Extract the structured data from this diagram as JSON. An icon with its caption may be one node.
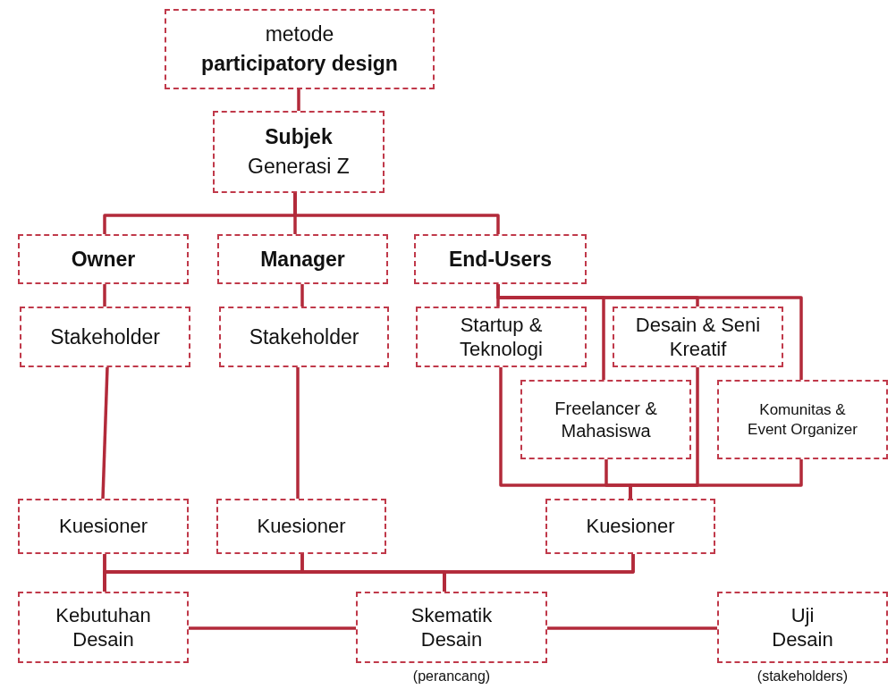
{
  "diagram": {
    "nodes": [
      {
        "text": [
          "metode",
          "participatory design"
        ]
      },
      {
        "text": [
          "Subjek",
          "Generasi Z"
        ]
      },
      {
        "text": [
          "Owner"
        ]
      },
      {
        "text": [
          "Manager"
        ]
      },
      {
        "text": [
          "End-Users"
        ]
      },
      {
        "text": [
          "Stakeholder"
        ]
      },
      {
        "text": [
          "Stakeholder"
        ]
      },
      {
        "text": [
          "Startup & Teknologi"
        ]
      },
      {
        "text": [
          "Desain & Seni Kreatif"
        ]
      },
      {
        "text": [
          "Freelancer & Mahasiswa"
        ]
      },
      {
        "text": [
          "Komunitas & Event Organizer"
        ]
      },
      {
        "text": [
          "Kuesioner"
        ]
      },
      {
        "text": [
          "Kuesioner"
        ]
      },
      {
        "text": [
          "Kuesioner"
        ]
      },
      {
        "text": [
          "Kebutuhan Desain"
        ]
      },
      {
        "text": [
          "Skematik Desain"
        ],
        "beside": [
          "(perancang)"
        ]
      },
      {
        "text": [
          "Uji Desain"
        ],
        "beside": [
          "(stakeholders)"
        ]
      }
    ],
    "edges": [
      {
        "from": 0,
        "to": 1,
        "arrow": "none"
      },
      {
        "from": 1,
        "to": 2,
        "arrow": "none"
      },
      {
        "from": 1,
        "to": 3,
        "arrow": "none"
      },
      {
        "from": 1,
        "to": 4,
        "arrow": "none"
      },
      {
        "from": 2,
        "to": 5,
        "arrow": "none"
      },
      {
        "from": 3,
        "to": 6,
        "arrow": "none"
      },
      {
        "from": 4,
        "to": 7,
        "arrow": "none"
      },
      {
        "from": 4,
        "to": 8,
        "arrow": "none"
      },
      {
        "from": 4,
        "to": 9,
        "arrow": "none"
      },
      {
        "from": 4,
        "to": 10,
        "arrow": "none"
      },
      {
        "from": 5,
        "to": 11,
        "arrow": "none"
      },
      {
        "from": 6,
        "to": 12,
        "arrow": "none"
      },
      {
        "from": 7,
        "to": 13,
        "arrow": "none"
      },
      {
        "from": 8,
        "to": 13,
        "arrow": "none"
      },
      {
        "from": 9,
        "to": 13,
        "arrow": "none"
      },
      {
        "from": 10,
        "to": 13,
        "arrow": "none"
      },
      {
        "from": 11,
        "to": 14,
        "arrow": "none"
      },
      {
        "from": 11,
        "to": 15,
        "arrow": "none"
      },
      {
        "from": 12,
        "to": 14,
        "arrow": "none"
      },
      {
        "from": 12,
        "to": 15,
        "arrow": "none"
      },
      {
        "from": 13,
        "to": 14,
        "arrow": "none"
      },
      {
        "from": 13,
        "to": 15,
        "arrow": "none"
      },
      {
        "from": 14,
        "to": 15,
        "arrow": "none"
      },
      {
        "from": 15,
        "to": 16,
        "arrow": "none"
      }
    ]
  }
}
